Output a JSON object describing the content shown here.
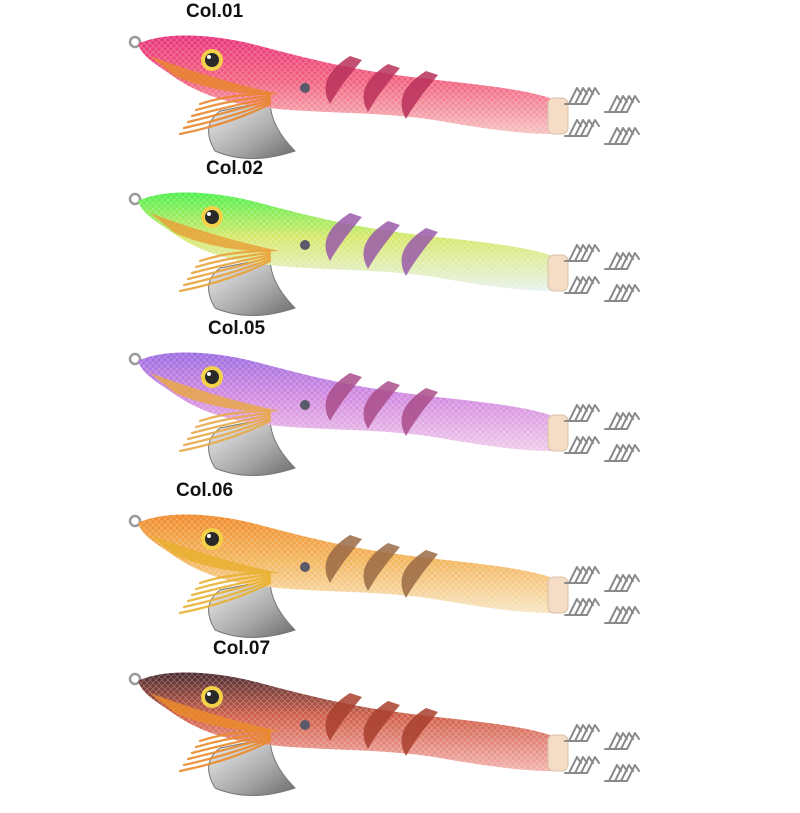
{
  "lures": [
    {
      "label": "Col.01",
      "colors": {
        "top": "#e8327a",
        "mid": "#f2607e",
        "belly": "#f6c2c0",
        "accent": "#e8862e",
        "stripe": "#b8305a"
      }
    },
    {
      "label": "Col.02",
      "colors": {
        "top": "#4cf04a",
        "mid": "#d7e86a",
        "belly": "#e9f2ee",
        "accent": "#e8a23a",
        "stripe": "#9a5aa8"
      }
    },
    {
      "label": "Col.05",
      "colors": {
        "top": "#9a6ae0",
        "mid": "#d38ae0",
        "belly": "#f0ccea",
        "accent": "#e8a848",
        "stripe": "#a94c8a"
      }
    },
    {
      "label": "Col.06",
      "colors": {
        "top": "#f08a2a",
        "mid": "#f3b45a",
        "belly": "#f8e6c2",
        "accent": "#e8b030",
        "stripe": "#9a6a44"
      }
    },
    {
      "label": "Col.07",
      "colors": {
        "top": "#4a2a2e",
        "mid": "#d2604a",
        "belly": "#f4b2ae",
        "accent": "#ea8a2a",
        "stripe": "#a8402e"
      }
    }
  ]
}
